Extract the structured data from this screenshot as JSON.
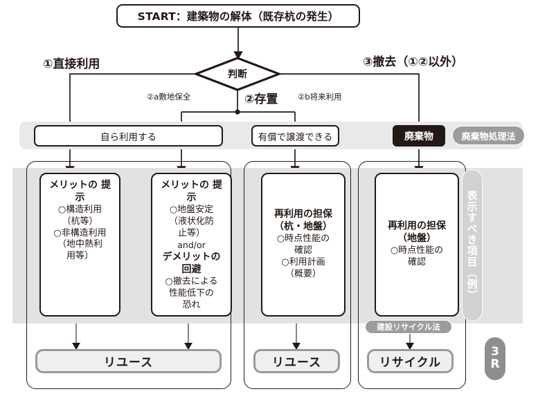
{
  "diagram": {
    "title_node": "START：建築物の解体（既存杭の発生）",
    "decision": "判断",
    "branches": {
      "left": "①直接利用",
      "center": "②存置",
      "right": "③撤去（①②以外）"
    },
    "edge_labels": {
      "a": "②a敷地保全",
      "b": "②b将来利用"
    },
    "options": [
      {
        "name": "self-use",
        "label": "自ら利用する"
      },
      {
        "name": "paid-transfer",
        "label": "有償で譲渡できる"
      },
      {
        "name": "waste",
        "label": "廃棄物"
      }
    ],
    "law_pills": {
      "waste_law": "廃棄物処理法",
      "construction_recycle_law": "建設リサイクル法"
    },
    "cards": [
      {
        "name": "merit-structural",
        "heading_1": "メリットの",
        "heading_2": "提示",
        "lines": [
          "○構造利用",
          "（杭等）",
          "○非構造利用",
          "（地中熱利",
          "用等）"
        ]
      },
      {
        "name": "merit-demerit-ground",
        "heading_1": "メリットの",
        "heading_2": "提示",
        "lines": [
          "○地盤安定",
          "（液状化防",
          "止等）"
        ],
        "connector": "and/or",
        "heading_3": "デメリットの",
        "heading_4": "回避",
        "lines_2": [
          "○撤去による",
          "性能低下の",
          "恐れ"
        ]
      },
      {
        "name": "reuse-assurance-pile-ground",
        "heading_1": "再利用の担保",
        "heading_2": "（杭・地盤）",
        "lines": [
          "○時点性能の",
          "確認",
          "○利用計画",
          "（概要）"
        ]
      },
      {
        "name": "reuse-assurance-ground",
        "heading_1": "再利用の担保",
        "heading_2": "（地盤）",
        "lines": [
          "○時点性能の",
          "確認"
        ]
      }
    ],
    "results": [
      {
        "name": "reuse-left",
        "label": "リユース"
      },
      {
        "name": "reuse-center",
        "label": "リユース"
      },
      {
        "name": "recycle-right",
        "label": "リサイクル"
      }
    ],
    "side_labels": {
      "display_items": "表示すべき項目（例）",
      "badge_line_1": "3",
      "badge_line_2": "R"
    },
    "colors": {
      "ink": "#231815",
      "band_top": "#e9e9e9",
      "band_mid": "#e2e2e2",
      "pill_grey": "#9c9c9c",
      "result_fill": "#efefef",
      "result_border": "#9a9a9a",
      "vertical_pill": "#d2d2d2",
      "badge_3r": "#8e8e8e"
    }
  }
}
